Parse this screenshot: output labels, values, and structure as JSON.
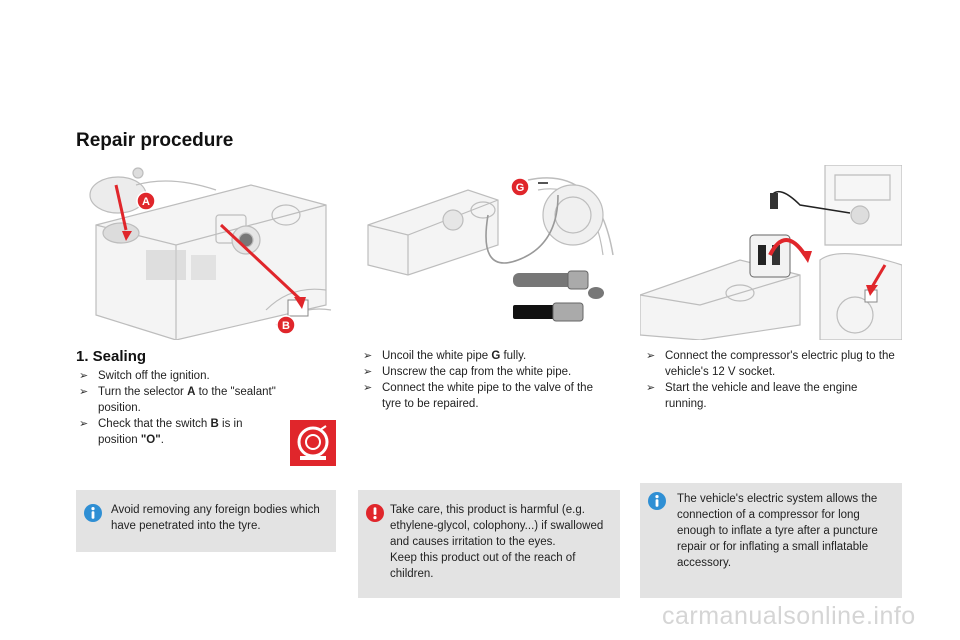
{
  "page": {
    "title": "Repair procedure",
    "watermark": "carmanualsonline.info"
  },
  "section1": {
    "heading": "1. Sealing",
    "steps": [
      {
        "text_a": "Switch off the ignition.",
        "bold": "",
        "text_b": ""
      },
      {
        "text_a": "Turn the selector ",
        "bold": "A",
        "text_b": " to the \"sealant\" position."
      },
      {
        "text_a": "Check that the switch ",
        "bold": "B",
        "text_b": " is in position ",
        "bold2": "\"O\"",
        "text_c": "."
      }
    ]
  },
  "section2": {
    "steps": [
      {
        "text_a": "Uncoil the white pipe ",
        "bold": "G",
        "text_b": " fully."
      },
      {
        "text_a": "Unscrew the cap from the white pipe.",
        "bold": "",
        "text_b": ""
      },
      {
        "text_a": "Connect the white pipe to the valve of the tyre to be repaired.",
        "bold": "",
        "text_b": ""
      }
    ]
  },
  "section3": {
    "steps": [
      {
        "text_a": "Connect the compressor's electric plug to the vehicle's 12 V socket.",
        "bold": "",
        "text_b": ""
      },
      {
        "text_a": "Start the vehicle and leave the engine running.",
        "bold": "",
        "text_b": ""
      }
    ]
  },
  "labels": {
    "A": "A",
    "B": "B",
    "G": "G"
  },
  "notes": {
    "info1": "Avoid removing any foreign bodies which have penetrated into the tyre.",
    "warning_line1": "Take care, this product is harmful (e.g. ethylene-glycol, colophony...) if swallowed and causes irritation to the eyes.",
    "warning_line2": "Keep this product out of the reach of children.",
    "info2": "The vehicle's electric system allows the connection of a compressor for long enough to inflate a tyre after a puncture repair or for inflating a small inflatable accessory."
  },
  "icons": {
    "bullet": "arrow-bullet-icon",
    "info": "info-icon",
    "warning": "warning-icon",
    "sealing": "tyre-sealant-icon"
  },
  "colors": {
    "accent_red": "#e0262b",
    "note_bg": "#e3e3e3",
    "info_blue": "#2f8fd4",
    "warning_red": "#e0262b"
  }
}
